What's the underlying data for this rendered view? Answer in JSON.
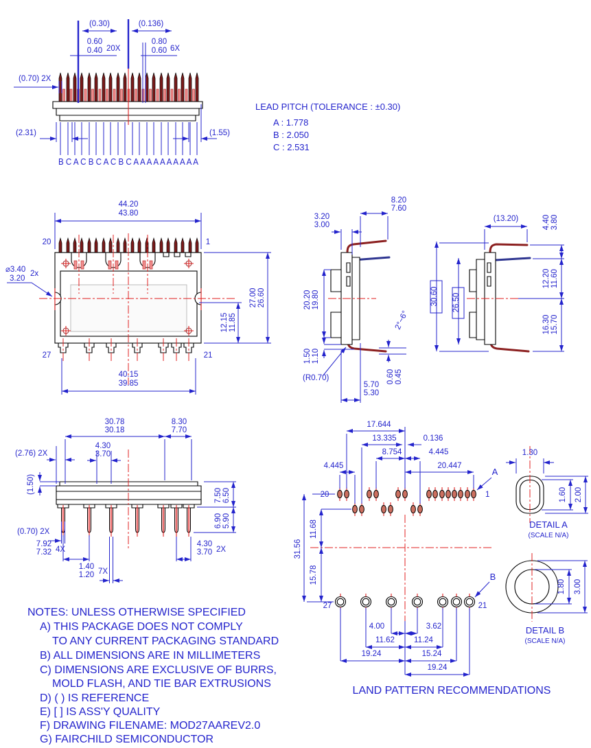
{
  "colors": {
    "dim_blue": "#2323cc",
    "center_red": "#e02020",
    "pin_dark_red": "#7c1a1a",
    "lead_navy": "#2e3590"
  },
  "top_view": {
    "pitch_ref_1": "(0.30)",
    "pitch_ref_2": "(0.136)",
    "pin_w_max": "0.60",
    "pin_w_min": "0.40",
    "pin_w_qty": "20X",
    "pin_w2_max": "0.80",
    "pin_w2_min": "0.60",
    "pin_w2_qty": "6X",
    "end_ref": "(0.70) 2X",
    "left_ref": "(2.31)",
    "right_ref": "(1.55)",
    "pin_letters": "B C A C B C A C B C A A A A A A A A A A"
  },
  "lead_pitch": {
    "title": "LEAD PITCH (TOLERANCE : ±0.30)",
    "row_a": "A : 1.778",
    "row_b": "B : 2.050",
    "row_c": "C : 2.531"
  },
  "front_view": {
    "width_max": "44.20",
    "width_min": "43.80",
    "pin_20": "20",
    "pin_1": "1",
    "pin_27": "27",
    "pin_21": "21",
    "hole_max": "⌀3.40",
    "hole_min": "3.20",
    "hole_qty": "2x",
    "height_max": "27.00",
    "height_min": "26.60",
    "inner_max": "12.15",
    "inner_min": "11.85",
    "body_w_max": "40.15",
    "body_w_min": "39.85"
  },
  "side_view": {
    "lead_top_max": "8.20",
    "lead_top_min": "7.60",
    "thick_max": "3.20",
    "thick_min": "3.00",
    "body_max": "20.20",
    "body_min": "19.80",
    "foot_max": "1.50",
    "foot_min": "1.10",
    "radius": "(R0.70)",
    "lead_bot_max": "5.70",
    "lead_bot_min": "5.30",
    "lead_t_max": "0.60",
    "lead_t_min": "0.45",
    "angle": "2°~6°"
  },
  "right_view": {
    "total_h": "30.60",
    "body_h": "26.50",
    "lead_ref": "(13.20)",
    "top_max": "4.40",
    "top_min": "3.80",
    "mid_max": "12.20",
    "mid_min": "11.60",
    "bot_max": "16.30",
    "bot_min": "15.70"
  },
  "bottom_view": {
    "w1_max": "30.78",
    "w1_min": "30.18",
    "w2_max": "8.30",
    "w2_min": "7.70",
    "p1_max": "4.30",
    "p1_min": "3.70",
    "ref_276": "(2.76) 2X",
    "ref_150": "(1.50)",
    "ref_070": "(0.70) 2X",
    "h1_max": "7.50",
    "h1_min": "6.50",
    "h2_max": "6.90",
    "h2_min": "5.90",
    "p2_max": "7.92",
    "p2_min": "7.32",
    "p2_qty": "4X",
    "p3_max": "1.40",
    "p3_min": "1.20",
    "p3_qty": "7X",
    "p4_max": "4.30",
    "p4_min": "3.70",
    "p4_qty": "2X"
  },
  "land_pattern": {
    "title": "LAND PATTERN RECOMMENDATIONS",
    "d1": "17.644",
    "d2": "13.335",
    "d3": "0.136",
    "d4": "8.754",
    "d5": "4.445",
    "d6": "4.445",
    "d7": "20.447",
    "detail_a_ref": "A",
    "detail_b_ref": "B",
    "pin_20": "20",
    "pin_1": "1",
    "pin_27": "27",
    "pin_21": "21",
    "v1": "31.56",
    "v2": "11.68",
    "v3": "15.78",
    "b1": "4.00",
    "b2": "3.62",
    "b3": "11.62",
    "b4": "11.24",
    "b5": "19.24",
    "b6": "15.24",
    "b7": "19.24"
  },
  "detail_a": {
    "title": "DETAIL A",
    "scale": "(SCALE N/A)",
    "w": "1.30",
    "h1": "1.60",
    "h2": "2.00"
  },
  "detail_b": {
    "title": "DETAIL B",
    "scale": "(SCALE N/A)",
    "d1": "1.80",
    "d2": "3.00"
  },
  "notes": {
    "lines": [
      "NOTES: UNLESS OTHERWISE SPECIFIED",
      "A) THIS PACKAGE DOES NOT COMPLY",
      "TO ANY CURRENT PACKAGING STANDARD",
      "B) ALL DIMENSIONS ARE IN MILLIMETERS",
      "C) DIMENSIONS ARE EXCLUSIVE OF BURRS,",
      "MOLD FLASH, AND TIE BAR EXTRUSIONS",
      "D) ( ) IS REFERENCE",
      "E) [ ] IS ASS'Y QUALITY",
      "F) DRAWING FILENAME: MOD27AAREV2.0",
      "G) FAIRCHILD SEMICONDUCTOR"
    ]
  }
}
